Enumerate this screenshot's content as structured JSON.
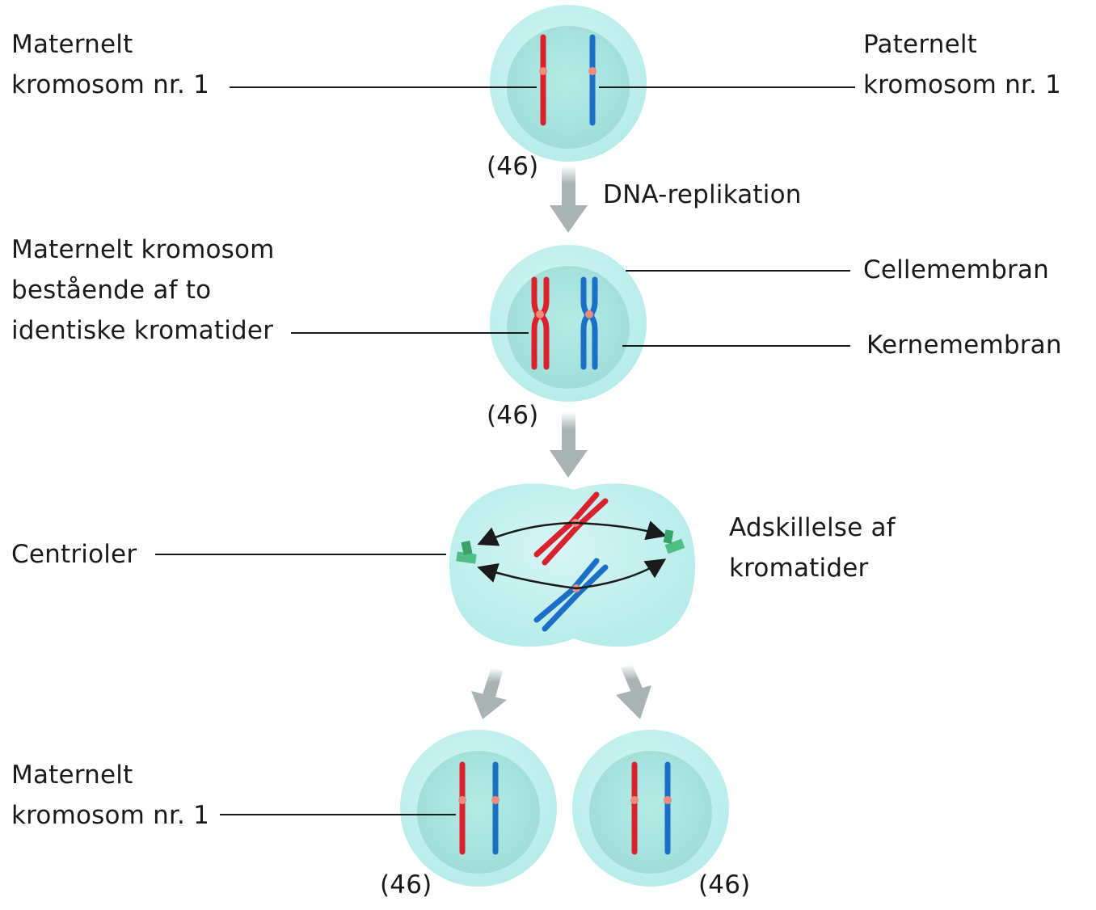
{
  "diagram": {
    "title": "Mitosis: chromosome replication and separation",
    "colors": {
      "maternal": "#d8232f",
      "paternal": "#1b6fc6",
      "centromere": "#f08a7a",
      "cell_outer": "#bdeeed",
      "cell_inner": "#a9e6e0",
      "arrow": "#a9b3b3",
      "centriole": "#4fbf84",
      "leader_line": "#1a1a1a"
    },
    "stages": [
      {
        "id": "stage-1",
        "chromosome_count": "(46)",
        "description": "Cell with unreplicated chromosomes"
      },
      {
        "id": "stage-2",
        "chromosome_count": "(46)",
        "description": "Cell after DNA replication"
      },
      {
        "id": "stage-3",
        "chromosome_count": "",
        "description": "Dividing cell, chromatid separation"
      },
      {
        "id": "stage-4a",
        "chromosome_count": "(46)",
        "description": "Daughter cell 1"
      },
      {
        "id": "stage-4b",
        "chromosome_count": "(46)",
        "description": "Daughter cell 2"
      }
    ],
    "labels": {
      "maternal_chr1_top": [
        "Maternelt",
        "kromosom nr. 1"
      ],
      "paternal_chr1_top": [
        "Paternelt",
        "kromosom nr. 1"
      ],
      "dna_replication": "DNA-replikation",
      "maternal_two_chromatids": [
        "Maternelt kromosom",
        "bestående af to",
        "identiske kromatider"
      ],
      "cell_membrane": "Cellemembran",
      "nuclear_membrane": "Kernemembran",
      "centrioles": "Centrioler",
      "chromatid_separation": [
        "Adskillelse af",
        "kromatider"
      ],
      "maternal_chr1_bottom": [
        "Maternelt",
        "kromosom nr. 1"
      ]
    },
    "counts": {
      "c1": "(46)",
      "c2": "(46)",
      "c4a": "(46)",
      "c4b": "(46)"
    }
  }
}
